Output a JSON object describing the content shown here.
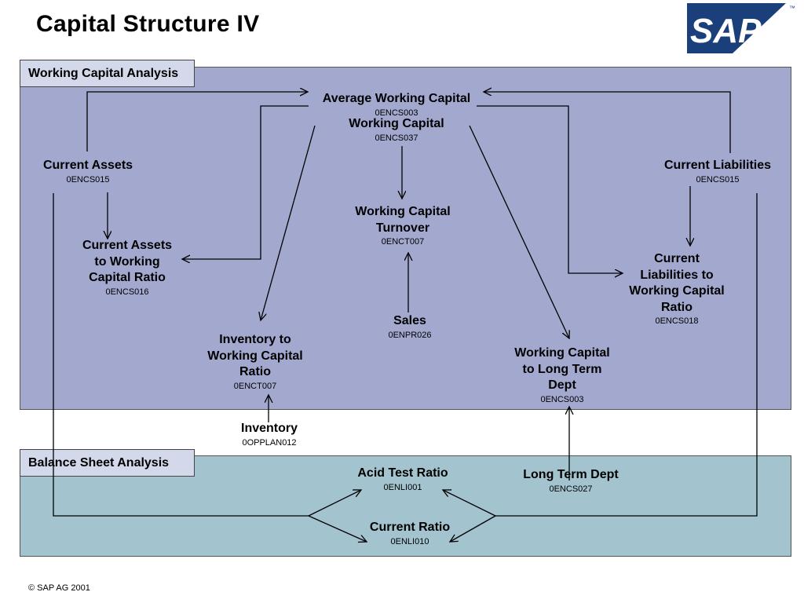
{
  "title": "Capital Structure IV",
  "logo": {
    "text": "SAP",
    "tm": "™"
  },
  "sections": {
    "working_capital": "Working Capital Analysis",
    "balance_sheet": "Balance Sheet Analysis"
  },
  "nodes": {
    "avg_wc": {
      "name": "Average Working Capital",
      "code": "0ENCS003"
    },
    "wc": {
      "name": "Working Capital",
      "code": "0ENCS037"
    },
    "current_assets": {
      "name": "Current Assets",
      "code": "0ENCS015"
    },
    "current_liabilities": {
      "name": "Current Liabilities",
      "code": "0ENCS015"
    },
    "wc_turnover": {
      "name_line1": "Working Capital",
      "name_line2": "Turnover",
      "code": "0ENCT007"
    },
    "ca_wc_ratio": {
      "name_line1": "Current Assets",
      "name_line2": "to Working",
      "name_line3": "Capital Ratio",
      "code": "0ENCS016"
    },
    "cl_wc_ratio": {
      "name_line1": "Current",
      "name_line2": "Liabilities to",
      "name_line3": "Working Capital",
      "name_line4": "Ratio",
      "code": "0ENCS018"
    },
    "sales": {
      "name": "Sales",
      "code": "0ENPR026"
    },
    "inv_wc_ratio": {
      "name_line1": "Inventory to",
      "name_line2": "Working Capital",
      "name_line3": "Ratio",
      "code": "0ENCT007"
    },
    "wc_ltd": {
      "name_line1": "Working Capital",
      "name_line2": "to Long Term",
      "name_line3": "Dept",
      "code": "0ENCS003"
    },
    "inventory": {
      "name": "Inventory",
      "code": "0OPPLAN012"
    },
    "acid_test": {
      "name": "Acid Test Ratio",
      "code": "0ENLI001"
    },
    "long_term_dept": {
      "name": "Long Term Dept",
      "code": "0ENCS027"
    },
    "current_ratio": {
      "name": "Current Ratio",
      "code": "0ENLI010"
    }
  },
  "footer": "SAP AG 2001",
  "footer_symbol": "©",
  "colors": {
    "working_capital_panel": "#a3a8cf",
    "balance_sheet_panel": "#a3c4cf",
    "section_tab": "#d3d8ea",
    "logo_blue": "#1a3f7a"
  }
}
